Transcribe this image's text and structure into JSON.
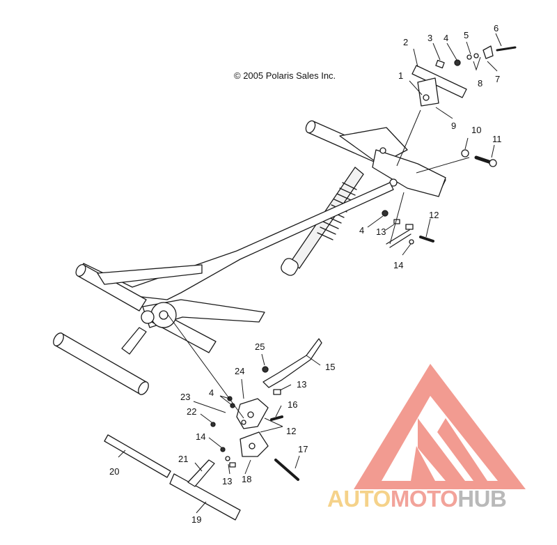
{
  "copyright": "© 2005 Polaris Sales Inc.",
  "callouts": [
    {
      "key": "c1",
      "text": "1"
    },
    {
      "key": "c2",
      "text": "2"
    },
    {
      "key": "c3",
      "text": "3"
    },
    {
      "key": "c4a",
      "text": "4"
    },
    {
      "key": "c5",
      "text": "5"
    },
    {
      "key": "c6",
      "text": "6"
    },
    {
      "key": "c7",
      "text": "7"
    },
    {
      "key": "c8",
      "text": "8"
    },
    {
      "key": "c9",
      "text": "9"
    },
    {
      "key": "c10",
      "text": "10"
    },
    {
      "key": "c11",
      "text": "11"
    },
    {
      "key": "c12a",
      "text": "12"
    },
    {
      "key": "c4b",
      "text": "4"
    },
    {
      "key": "c13a",
      "text": "13"
    },
    {
      "key": "c14a",
      "text": "14"
    },
    {
      "key": "c15",
      "text": "15"
    },
    {
      "key": "c25",
      "text": "25"
    },
    {
      "key": "c24",
      "text": "24"
    },
    {
      "key": "c13b",
      "text": "13"
    },
    {
      "key": "c4c",
      "text": "4"
    },
    {
      "key": "c23",
      "text": "23"
    },
    {
      "key": "c16",
      "text": "16"
    },
    {
      "key": "c22",
      "text": "22"
    },
    {
      "key": "c12b",
      "text": "12"
    },
    {
      "key": "c14b",
      "text": "14"
    },
    {
      "key": "c17",
      "text": "17"
    },
    {
      "key": "c20",
      "text": "20"
    },
    {
      "key": "c21",
      "text": "21"
    },
    {
      "key": "c13c",
      "text": "13"
    },
    {
      "key": "c18",
      "text": "18"
    },
    {
      "key": "c19",
      "text": "19"
    }
  ],
  "watermark": {
    "auto": "AUTO",
    "moto": "MOTO",
    "hub": "HUB",
    "colors": {
      "triangle": "#f08a7e",
      "auto": "#f5d28a",
      "moto": "#f2a39a",
      "hub": "#b9b9b9"
    }
  }
}
